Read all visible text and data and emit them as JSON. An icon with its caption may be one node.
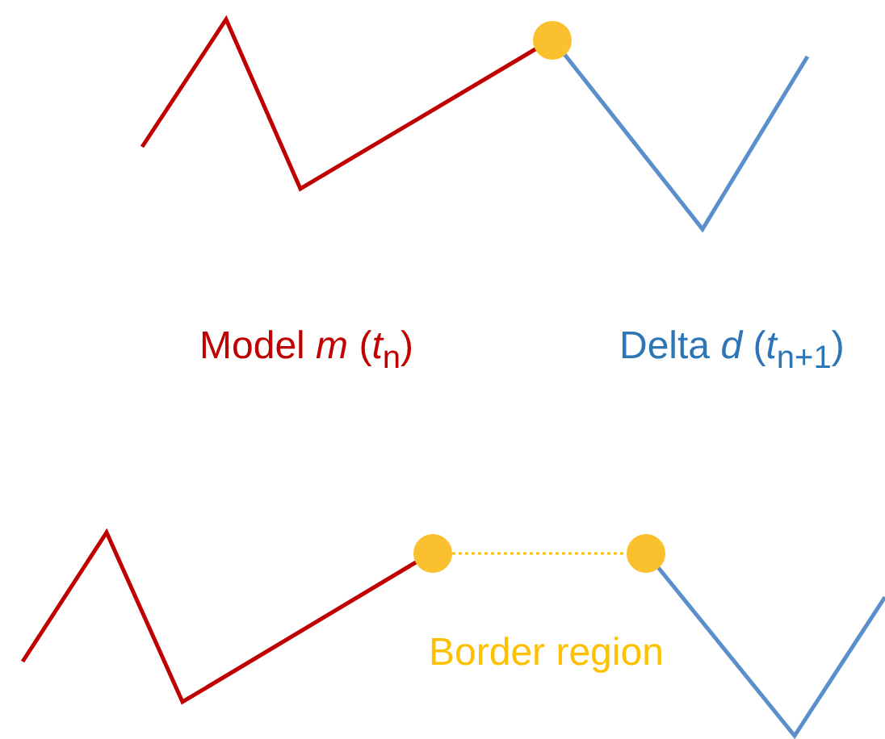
{
  "diagram": {
    "nodes": [
      {
        "text": [],
        "shape": "circle"
      },
      {
        "text": [],
        "shape": "circle"
      },
      {
        "text": [],
        "shape": "circle"
      }
    ],
    "edges": [
      {
        "from": 1,
        "to": 2,
        "arrow": "none",
        "style": "dashed",
        "color": "#ffc000"
      }
    ],
    "labels": [
      "Model *m* (*t*$_{n}$)",
      "Delta *d* (*t*$_{n+1}$)",
      "Border region"
    ]
  }
}
